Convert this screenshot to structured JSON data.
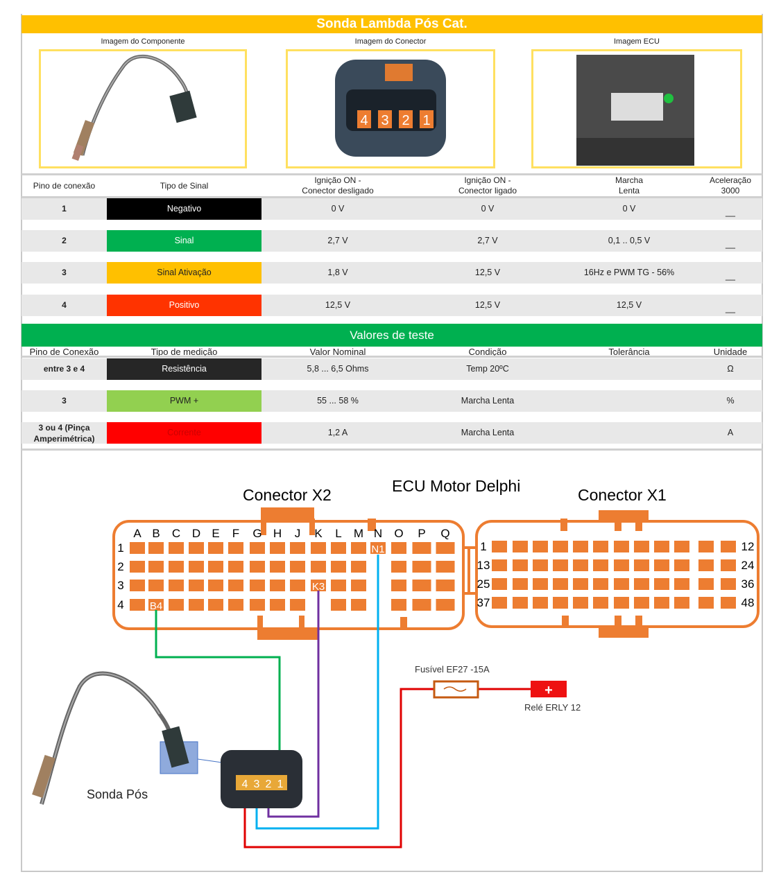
{
  "title": "Sonda Lambda Pós Cat.",
  "images": {
    "component": "Imagem do Componente",
    "connector": "Imagem do Conector",
    "ecu": "Imagem ECU",
    "connector_pins": [
      "4",
      "3",
      "2",
      "1"
    ]
  },
  "table1": {
    "headers": [
      "Pino de conexão",
      "Tipo de Sinal",
      "Ignição ON -\nConector desligado",
      "Ignição ON -\nConector ligado",
      "Marcha\nLenta",
      "Aceleração\n3000"
    ],
    "rows": [
      {
        "pin": "1",
        "type": "Negativo",
        "bg": "#000000",
        "fg": "#ffffff",
        "v1": "0 V",
        "v2": "0 V",
        "v3": "0 V",
        "v4": "__"
      },
      {
        "pin": "2",
        "type": "Sinal",
        "bg": "#00B050",
        "fg": "#ffffff",
        "v1": "2,7 V",
        "v2": "2,7 V",
        "v3": "0,1 .. 0,5 V",
        "v4": "__"
      },
      {
        "pin": "3",
        "type": "Sinal Ativação",
        "bg": "#FFC000",
        "fg": "#222222",
        "v1": "1,8 V",
        "v2": "12,5 V",
        "v3": "16Hz e PWM TG - 56%",
        "v4": "__"
      },
      {
        "pin": "4",
        "type": "Positivo",
        "bg": "#FF3300",
        "fg": "#ffffff",
        "v1": "12,5 V",
        "v2": "12,5 V",
        "v3": "12,5 V",
        "v4": "__"
      }
    ]
  },
  "table2": {
    "title": "Valores de teste",
    "headers": [
      "Pino de Conexão",
      "Tipo de medição",
      "Valor Nominal",
      "Condição",
      "Tolerância",
      "Unidade"
    ],
    "rows": [
      {
        "pin": "entre 3 e 4",
        "type": "Resistência",
        "bg": "#262626",
        "fg": "#ffffff",
        "nominal": "5,8 ... 6,5 Ohms",
        "cond": "Temp 20ºC",
        "tol": "",
        "unit": "Ω"
      },
      {
        "pin": "3",
        "type": "PWM +",
        "bg": "#92D050",
        "fg": "#222222",
        "nominal": "55 ... 58 %",
        "cond": "Marcha Lenta",
        "tol": "",
        "unit": "%"
      },
      {
        "pin": "3 ou 4 (Pinça Amperimétrica)",
        "type": "Corrente",
        "bg": "#FF0000",
        "fg": "#cc0000",
        "nominal": "1,2 A",
        "cond": "Marcha Lenta",
        "tol": "",
        "unit": "A"
      }
    ]
  },
  "diagram": {
    "ecu_title": "ECU Motor Delphi",
    "x2_title": "Conector X2",
    "x1_title": "Conector X1",
    "x2_columns": [
      "A",
      "B",
      "C",
      "D",
      "E",
      "F",
      "G",
      "H",
      "J",
      "K",
      "L",
      "M",
      "N",
      "O",
      "P",
      "Q"
    ],
    "x2_rows": [
      "1",
      "2",
      "3",
      "4"
    ],
    "x1_row_labels_left": [
      "1",
      "13",
      "25",
      "37"
    ],
    "x1_row_labels_right": [
      "12",
      "24",
      "36",
      "48"
    ],
    "highlighted_pins": [
      "N1",
      "K3",
      "B4"
    ],
    "fuse_label": "Fusível EF27 -15A",
    "relay_label": "Relé ERLY 12",
    "relay_symbol": "+",
    "sensor_label": "Sonda Pós",
    "sensor_pins": [
      "4",
      "3",
      "2",
      "1"
    ],
    "colors": {
      "connector": "#ED7D31",
      "green_wire": "#00B050",
      "purple_wire": "#7030A0",
      "blue_wire": "#00B0F0",
      "red_wire": "#E00000"
    }
  }
}
